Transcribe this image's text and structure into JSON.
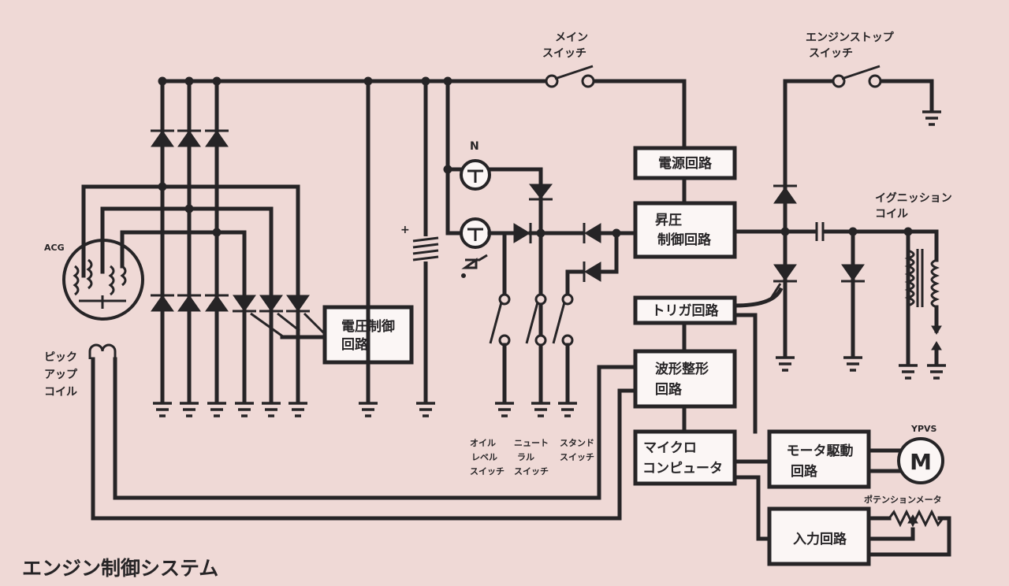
{
  "title": "エンジン制御システム",
  "labels": {
    "main_switch": [
      "メイン",
      "スイッチ"
    ],
    "engine_stop_switch": [
      "エンジンストップ",
      "スイッチ"
    ],
    "ignition_coil": [
      "イグニッション",
      "コイル"
    ],
    "acg": "ACG",
    "pickup_coil": [
      "ピック",
      "アップ",
      "コイル"
    ],
    "neutral": "N",
    "ypvs": "YPVS",
    "motor": "M",
    "potentiometer": "ポテンションメータ",
    "oil_level_switch": [
      "オイル",
      "レベル",
      "スイッチ"
    ],
    "neutral_switch": [
      "ニュート",
      "ラル",
      "スイッチ"
    ],
    "stand_switch": [
      "スタンド",
      "スイッチ"
    ]
  },
  "boxes": {
    "power_supply": "電源回路",
    "boost": [
      "昇圧",
      "制御回路"
    ],
    "regulator": [
      "電圧制御",
      "回路"
    ],
    "trigger": "トリガ回路",
    "waveform": [
      "波形整形",
      "回路"
    ],
    "micro": [
      "マイクロ",
      "コンピュータ"
    ],
    "motor_drive": [
      "モータ駆動",
      "回路"
    ],
    "input": "入力回路"
  }
}
